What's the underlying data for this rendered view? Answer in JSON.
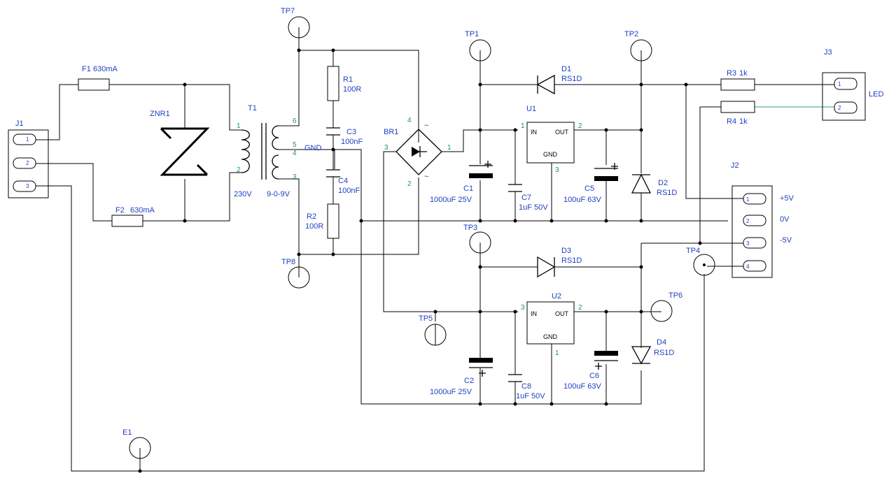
{
  "components": {
    "J1": "J1",
    "J2": "J2",
    "J3": "J3",
    "F1": "F1",
    "F1_val": "630mA",
    "F2": "F2",
    "F2_val": "630mA",
    "ZNR1": "ZNR1",
    "T1": "T1",
    "T1_primary": "230V",
    "T1_secondary": "9-0-9V",
    "R1": "R1",
    "R1_val": "100R",
    "R2": "R2",
    "R2_val": "100R",
    "R3": "R3",
    "R3_val": "1k",
    "R4": "R4",
    "R4_val": "1k",
    "C1": "C1",
    "C1_val": "1000uF 25V",
    "C2": "C2",
    "C2_val": "1000uF 25V",
    "C3": "C3",
    "C3_val": "100nF",
    "C4": "C4",
    "C4_val": "100nF",
    "C5": "C5",
    "C5_val": "100uF 63V",
    "C6": "C6",
    "C6_val": "100uF 63V",
    "C7": "C7",
    "C7_val": "1uF 50V",
    "C8": "C8",
    "C8_val": "1uF 50V",
    "D1": "D1",
    "D1_val": "RS1D",
    "D2": "D2",
    "D2_val": "RS1D",
    "D3": "D3",
    "D3_val": "RS1D",
    "D4": "D4",
    "D4_val": "RS1D",
    "BR1": "BR1",
    "U1": "U1",
    "U2": "U2",
    "IN": "IN",
    "OUT": "OUT",
    "GND": "GND",
    "TP1": "TP1",
    "TP2": "TP2",
    "TP3": "TP3",
    "TP4": "TP4",
    "TP5": "TP5",
    "TP6": "TP6",
    "TP7": "TP7",
    "TP8": "TP8",
    "E1": "E1"
  },
  "nets": {
    "gnd": "GND",
    "plus5": "+5V",
    "zero": "0V",
    "minus5": "-5V",
    "led": "LED"
  },
  "pins": {
    "p1": "1",
    "p2": "2",
    "p3": "3",
    "p4": "4",
    "p5": "5",
    "p6": "6",
    "tilde": "~"
  }
}
